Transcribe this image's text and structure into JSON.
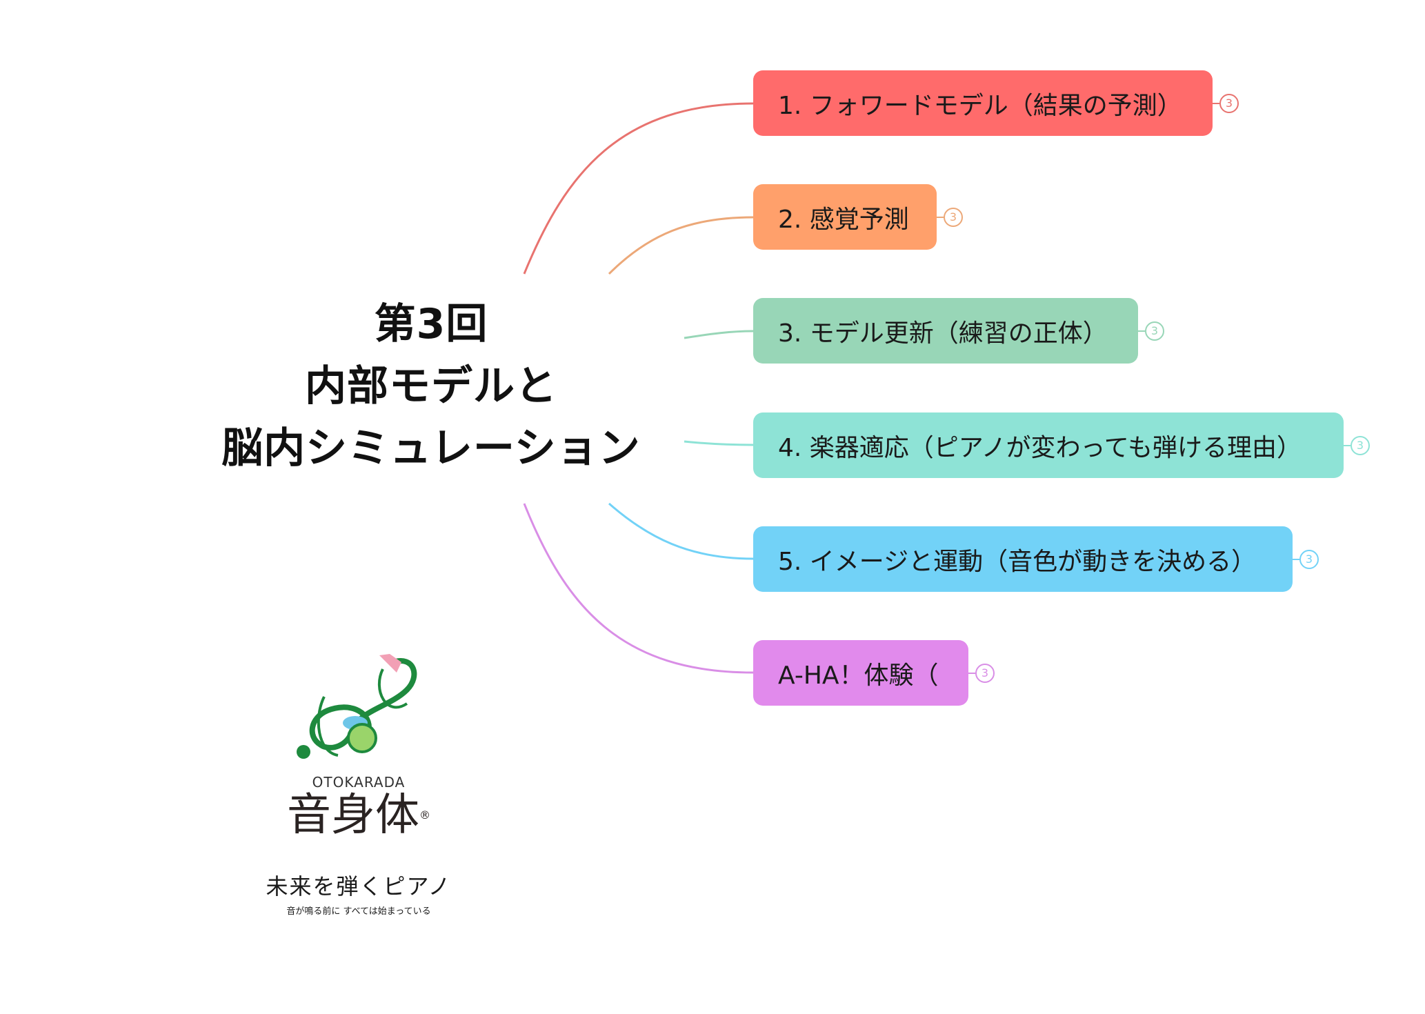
{
  "central_topic": {
    "lines": [
      "第3回",
      "内部モデルと",
      "脳内シミュレーション"
    ]
  },
  "branches": [
    {
      "label": "1. フォワードモデル（結果の予測）",
      "count": "3",
      "color": "#ff6b6b",
      "line_color": "#e8736f"
    },
    {
      "label": "2. 感覚予測",
      "count": "3",
      "color": "#ffa06b",
      "line_color": "#eca878"
    },
    {
      "label": "3. モデル更新（練習の正体）",
      "count": "3",
      "color": "#98d6b7",
      "line_color": "#98d6b7"
    },
    {
      "label": "4. 楽器適応（ピアノが変わっても弾ける理由）",
      "count": "3",
      "color": "#8ee3d6",
      "line_color": "#8ee3d6"
    },
    {
      "label": "5. イメージと運動（音色が動きを決める）",
      "count": "3",
      "color": "#72d2f7",
      "line_color": "#72d2f7"
    },
    {
      "label": "A-HA！体験（",
      "count": "3",
      "color": "#e18aec",
      "line_color": "#d98ee6"
    }
  ],
  "logo": {
    "brand_roman": "OTOKARADA",
    "brand_name": "音身体",
    "registered_mark": "®",
    "tagline": "未来を弾くピアノ",
    "subtagline": "音が鳴る前に すべては始まっている"
  }
}
